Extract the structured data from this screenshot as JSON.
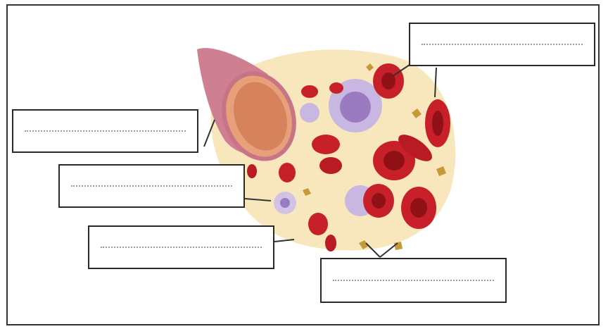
{
  "title": "",
  "labels": [
    {
      "id": "label-top-right",
      "text": ""
    },
    {
      "id": "label-left-1",
      "text": ""
    },
    {
      "id": "label-left-2",
      "text": ""
    },
    {
      "id": "label-left-3",
      "text": ""
    },
    {
      "id": "label-bottom-right",
      "text": ""
    }
  ],
  "colors": {
    "vessel_wall": "#d98a9a",
    "vessel_inner": "#e8a37a",
    "red_cell": "#c8202a",
    "red_cell_center": "#8f1015",
    "white_cell": "#b9a8d6",
    "plasma": "#f2cc7a",
    "platelet": "#c59a3b",
    "frame": "#333333"
  }
}
